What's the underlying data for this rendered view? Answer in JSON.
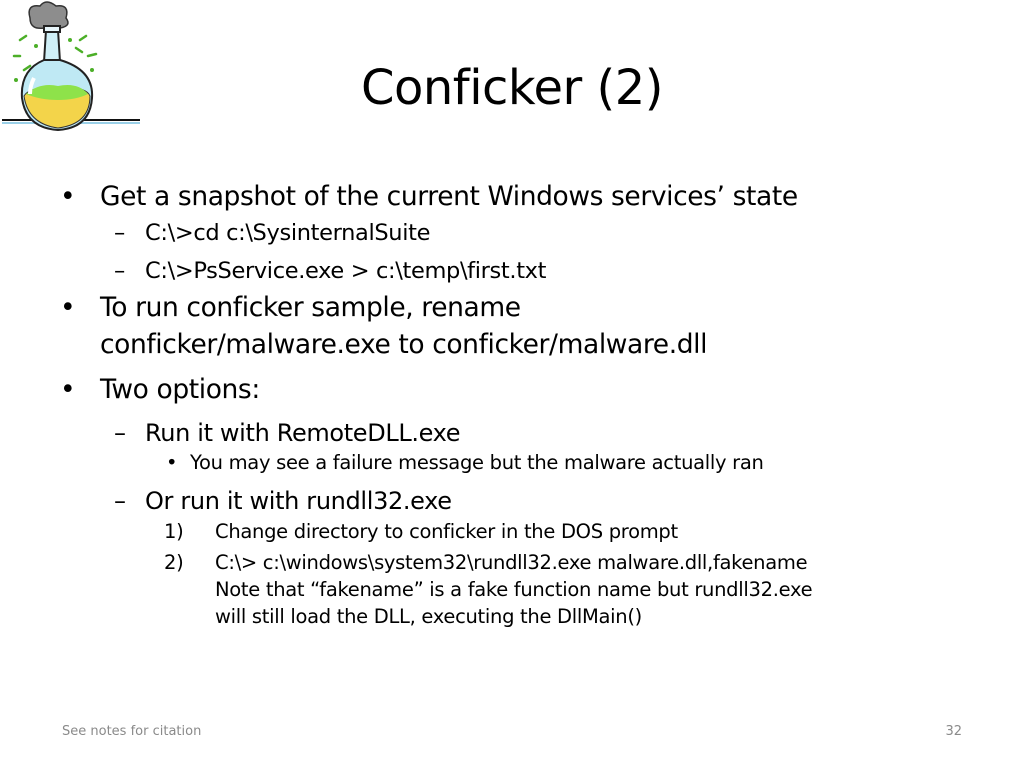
{
  "slide": {
    "title": "Conficker (2)",
    "items": [
      {
        "marker": "•",
        "text": "Get a snapshot of the current Windows services’ state"
      },
      {
        "marker": "–",
        "text": "C:\\>cd c:\\SysinternalSuite"
      },
      {
        "marker": "–",
        "text": "C:\\>PsService.exe > c:\\temp\\first.txt"
      },
      {
        "marker": "•",
        "line1": "To run conficker sample, rename",
        "line2": "conficker/malware.exe to conficker/malware.dll"
      },
      {
        "marker": "•",
        "text": "Two options:"
      },
      {
        "marker": "–",
        "text": "Run it with RemoteDLL.exe"
      },
      {
        "marker": "•",
        "text": "You may see a failure message but the malware actually ran"
      },
      {
        "marker": "–",
        "text": "Or run it with rundll32.exe"
      },
      {
        "marker": "1)",
        "text": "Change directory to conficker in the DOS prompt"
      },
      {
        "marker": "2)",
        "line1": "C:\\> c:\\windows\\system32\\rundll32.exe malware.dll,fakename",
        "line2": "Note that “fakename” is a fake function name but rundll32.exe",
        "line3": "will still load the DLL, executing the DllMain()"
      }
    ],
    "footer": "See notes for citation",
    "page_number": "32"
  }
}
